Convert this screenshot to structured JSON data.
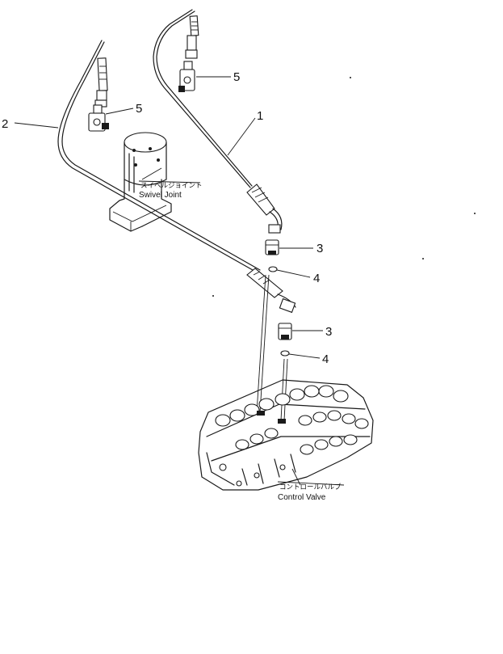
{
  "callouts": {
    "hose_1": "1",
    "hose_2": "2",
    "fitting_3_upper": "3",
    "fitting_3_lower": "3",
    "oring_4_upper": "4",
    "oring_4_lower": "4",
    "elbow_5_right": "5",
    "elbow_5_left": "5"
  },
  "labels": {
    "swivel_joint_jp": "スイベルジョイント",
    "swivel_joint_en": "Swivel Joint",
    "control_valve_jp": "コントロールバルブ",
    "control_valve_en": "Control Valve"
  }
}
